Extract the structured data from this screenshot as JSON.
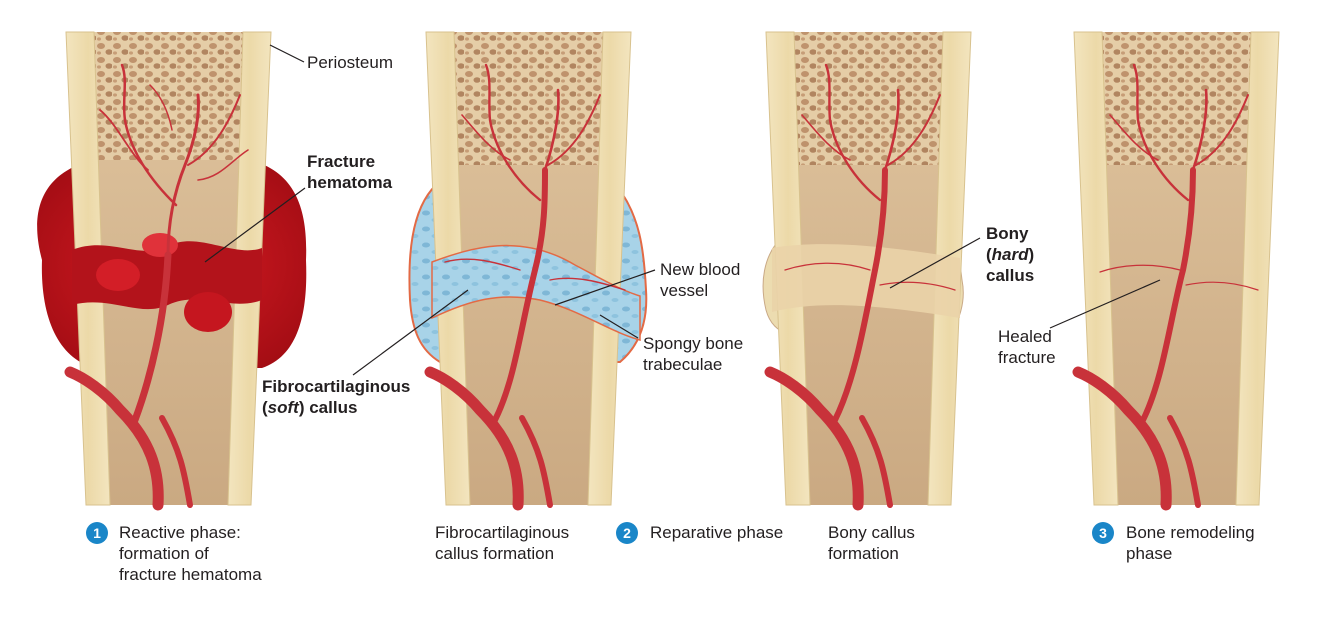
{
  "colors": {
    "compact_bone": "#efdfb3",
    "spongy_bone": "#c69a73",
    "marrow": "#d8bf9a",
    "hematoma": "#c8141e",
    "vessel": "#c8323a",
    "soft_callus": "#9fcde4",
    "stage_number": "#1a86c8"
  },
  "labels": {
    "periosteum": "Periosteum",
    "fracture_hematoma_1": "Fracture",
    "fracture_hematoma_2": "hematoma",
    "soft_callus_1": "Fibrocartilaginous",
    "soft_callus_2a": "(",
    "soft_callus_2b": "soft",
    "soft_callus_2c": ") callus",
    "new_vessel_1": "New blood",
    "new_vessel_2": "vessel",
    "spongy_1": "Spongy bone",
    "spongy_2": "trabeculae",
    "hard_callus_1": "Bony",
    "hard_callus_2a": "(",
    "hard_callus_2b": "hard",
    "hard_callus_2c": ")",
    "hard_callus_3": "callus",
    "healed_1": "Healed",
    "healed_2": "fracture"
  },
  "stages": [
    {
      "number": "1",
      "caption_1": "Reactive phase:",
      "caption_2": "formation of",
      "caption_3": "fracture hematoma"
    },
    {
      "sub_caption_1": "Fibrocartilaginous",
      "sub_caption_2": "callus formation"
    },
    {
      "number": "2",
      "caption_1": "Reparative phase"
    },
    {
      "sub_caption_1": "Bony callus",
      "sub_caption_2": "formation"
    },
    {
      "number": "3",
      "caption_1": "Bone remodeling",
      "caption_2": "phase"
    }
  ]
}
